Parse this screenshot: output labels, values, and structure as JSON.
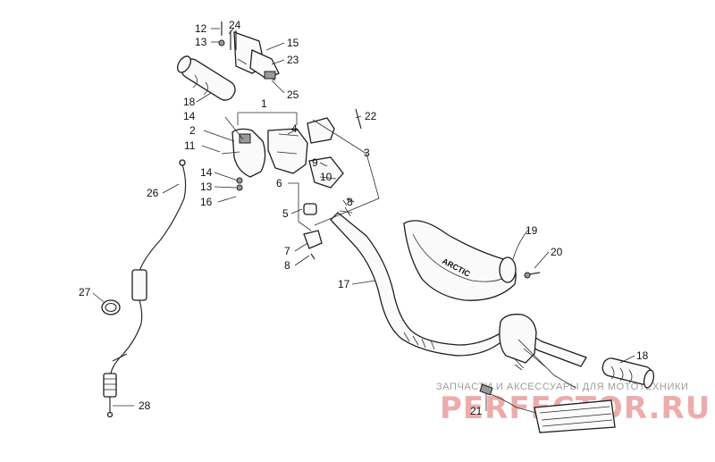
{
  "callouts": [
    {
      "id": "c12",
      "text": "12"
    },
    {
      "id": "c24",
      "text": "24"
    },
    {
      "id": "c13a",
      "text": "13"
    },
    {
      "id": "c15",
      "text": "15"
    },
    {
      "id": "c23",
      "text": "23"
    },
    {
      "id": "c25",
      "text": "25"
    },
    {
      "id": "c18a",
      "text": "18"
    },
    {
      "id": "c1",
      "text": "1"
    },
    {
      "id": "c22",
      "text": "22"
    },
    {
      "id": "c14a",
      "text": "14"
    },
    {
      "id": "c4",
      "text": "4"
    },
    {
      "id": "c2",
      "text": "2"
    },
    {
      "id": "c3",
      "text": "3"
    },
    {
      "id": "c11",
      "text": "11"
    },
    {
      "id": "c9",
      "text": "9"
    },
    {
      "id": "c10",
      "text": "10"
    },
    {
      "id": "c14b",
      "text": "14"
    },
    {
      "id": "c13b",
      "text": "13"
    },
    {
      "id": "c6",
      "text": "6"
    },
    {
      "id": "c16",
      "text": "16"
    },
    {
      "id": "c8a",
      "text": "8"
    },
    {
      "id": "c26",
      "text": "26"
    },
    {
      "id": "c5",
      "text": "5"
    },
    {
      "id": "c19",
      "text": "19"
    },
    {
      "id": "c20",
      "text": "20"
    },
    {
      "id": "c7",
      "text": "7"
    },
    {
      "id": "c8b",
      "text": "8"
    },
    {
      "id": "c17",
      "text": "17"
    },
    {
      "id": "c27",
      "text": "27"
    },
    {
      "id": "c18b",
      "text": "18"
    },
    {
      "id": "c21",
      "text": "21"
    },
    {
      "id": "c28",
      "text": "28"
    }
  ],
  "handguard_logo": "ARCTIC",
  "watermark": {
    "tagline": "ЗАПЧАСТИ И АКСЕССУАРЫ ДЛЯ МОТОТЕХНИКИ",
    "brand": "PERFECTOR.RU"
  }
}
